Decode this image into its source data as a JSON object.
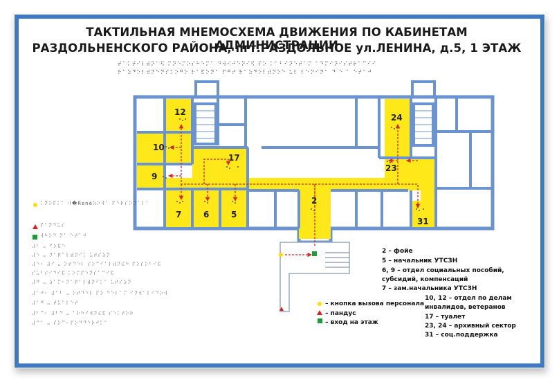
{
  "title_line1": "ТАКТИЛЬНАЯ МНЕМОСХЕМА ДВИЖЕНИЯ ПО КАБИНЕТАМ АДМИНИСТРАЦИИ",
  "title_line2": "РАЗДОЛЬНЕНСКОГО РАЙОНА, пгт.РАЗДОЛЬНОЕ ул.ЛЕНИНА, д.5, 1 ЭТАЖ",
  "braille_line1": "⠞⠁⠅⠞⠊⠇⠾⠝⠁⠫ ⠍⠝⠑⠍⠕⠎⠓⠑⠍⠁ ⠙⠺⠊⠚⠑⠝⠊⠫ ⠏⠕ ⠅⠁⠃⠊⠝⠑⠞⠁⠍ ⠁⠙⠍⠊⠝⠊⠎⠞⠗⠁⠉⠊⠊",
  "braille_line2": "⠗⠁⠵⠙⠕⠇⠾⠝⠑⠝⠎⠅⠕⠛⠕ ⠗⠁⠯⠕⠝⠁ ⠏⠛⠞ ⠗⠁⠵⠙⠕⠇⠾⠝⠕⠑ ⠥⠇ ⠇⠑⠝⠊⠝⠁ ⠙ ⠑ ⠁ ⠑⠞⠁⠚",
  "rooms": [
    {
      "id": "r12",
      "num": "12"
    },
    {
      "id": "r10",
      "num": "10"
    },
    {
      "id": "r9",
      "num": "9"
    },
    {
      "id": "r7",
      "num": "7"
    },
    {
      "id": "r6",
      "num": "6"
    },
    {
      "id": "r5",
      "num": "5"
    },
    {
      "id": "r17",
      "num": "17"
    },
    {
      "id": "r2",
      "num": "2"
    },
    {
      "id": "r24",
      "num": "24"
    },
    {
      "id": "r23",
      "num": "23"
    },
    {
      "id": "r31",
      "num": "31"
    }
  ],
  "left_legend": {
    "button_braille": "⠅⠝⠕⠏⠅⠁ ⠺�René⠵⠕⠺⠁ ⠏⠑⠗⠎⠕⠝⠁⠇⠁",
    "ramp_braille": "⠏⠁⠝⠙⠥⠎",
    "entrance_braille": "⠺⠓⠕⠙ ⠝⠁ ⠑⠞⠁⠚",
    "lines": [
      "⠼⠃ ⠤ ⠋⠕⠯⠑",
      "⠼⠑ ⠤ ⠝⠁⠟⠁⠇⠾⠝⠊⠅ ⠥⠞⠎⠵⠝",
      "⠼⠑⠂ ⠼⠊ ⠤ ⠕⠞⠙⠑⠇ ⠎⠕⠉⠊⠁⠇⠾⠝⠮⠓ ⠏⠕⠎⠕⠃⠊⠯",
      "⠎⠥⠃⠎⠊⠙⠊⠯ ⠅⠕⠍⠏⠑⠝⠎⠁⠉⠊⠯",
      "⠼⠛ ⠤ ⠵⠁⠍⠂⠝⠁⠟⠁⠇⠾⠝⠊⠅⠁ ⠥⠞⠎⠵⠝",
      "⠼⠁⠚⠂ ⠼⠁⠃ ⠤ ⠕⠞⠙⠑⠇ ⠏⠕ ⠙⠑⠇⠁⠍ ⠊⠝⠺⠁⠇⠊⠙⠕⠺",
      "⠼⠁⠛ ⠤ ⠞⠥⠁⠇⠑⠞",
      "⠼⠃⠉⠂ ⠼⠃⠙ ⠤ ⠁⠗⠓⠊⠺⠝⠮⠯ ⠎⠑⠅⠞⠕⠗",
      "⠼⠉⠁ ⠤ ⠎⠕⠉⠂⠏⠕⠙⠙⠑⠗⠚⠅⠁"
    ]
  },
  "legend_symbols": [
    {
      "label": "– кнопка вызова персонала"
    },
    {
      "label": "– пандус"
    },
    {
      "label": "– вход на этаж"
    }
  ],
  "legend_rooms_a": [
    "2 – фойе",
    "5 – начальник УТСЗН",
    "6, 9 – отдел социальных пособий,",
    "субсидий, компенсаций",
    "7 – зам.начальника УТСЗН"
  ],
  "legend_rooms_b": [
    "10, 12 – отдел по делам",
    "инвалидов, ветеранов",
    "17 – туалет",
    "23, 24 – архивный сектор",
    "31 – соц.поддержка"
  ],
  "colors": {
    "frame": "#3d79c4",
    "wall": "#6b93d0",
    "room_fill": "#ffe81a",
    "route": "#d62a2a",
    "button_dot": "#ffdc00",
    "ramp": "#d62020",
    "entrance": "#1a9e3a"
  }
}
